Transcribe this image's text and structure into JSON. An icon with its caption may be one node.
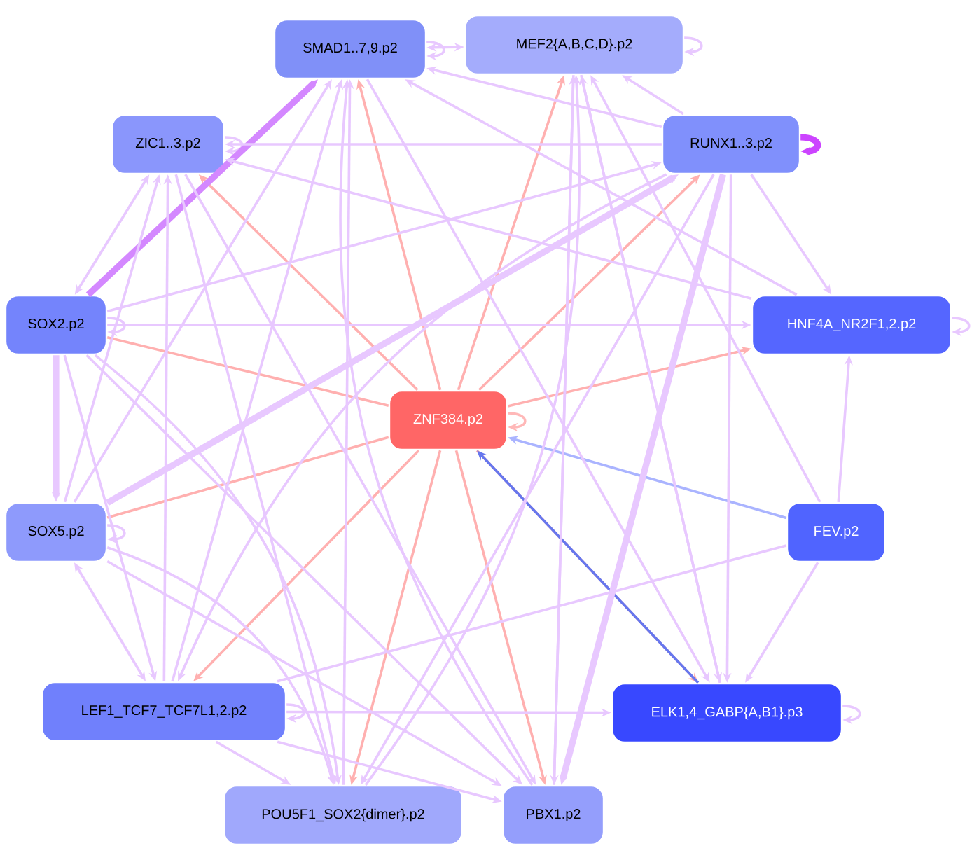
{
  "diagram": {
    "nodes": [
      {
        "text": [
          "SMAD1..7,9.p2"
        ]
      },
      {
        "text": [
          "MEF2{A,B,C,D}.p2"
        ]
      },
      {
        "text": [
          "ZIC1..3.p2"
        ]
      },
      {
        "text": [
          "RUNX1..3.p2"
        ]
      },
      {
        "text": [
          "SOX2.p2"
        ]
      },
      {
        "text": [
          "HNF4A_NR2F1,2.p2"
        ]
      },
      {
        "text": [
          "ZNF384.p2"
        ]
      },
      {
        "text": [
          "SOX5.p2"
        ]
      },
      {
        "text": [
          "FEV.p2"
        ]
      },
      {
        "text": [
          "LEF1_TCF7_TCF7L1,2.p2"
        ]
      },
      {
        "text": [
          "ELK1,4_GABP{A,B1}.p3"
        ]
      },
      {
        "text": [
          "POU5F1_SOX2{dimer}.p2"
        ]
      },
      {
        "text": [
          "PBX1.p2"
        ]
      }
    ],
    "edges": [
      {
        "from": 0,
        "to": 0,
        "arrow": "to"
      },
      {
        "from": 1,
        "to": 1,
        "arrow": "to"
      },
      {
        "from": 2,
        "to": 2,
        "arrow": "to"
      },
      {
        "from": 3,
        "to": 3,
        "arrow": "to",
        "style": "thick",
        "color": "#cc44ff"
      },
      {
        "from": 4,
        "to": 4,
        "arrow": "to"
      },
      {
        "from": 5,
        "to": 5,
        "arrow": "to"
      },
      {
        "from": 6,
        "to": 6,
        "arrow": "to",
        "color": "#ffb8b8"
      },
      {
        "from": 7,
        "to": 7,
        "arrow": "to"
      },
      {
        "from": 9,
        "to": 9,
        "arrow": "to"
      },
      {
        "from": 10,
        "to": 10,
        "arrow": "to"
      },
      {
        "from": 0,
        "to": 1,
        "arrow": "both"
      },
      {
        "from": 6,
        "to": 0,
        "arrow": "to",
        "color": "#ffb0b0"
      },
      {
        "from": 6,
        "to": 1,
        "arrow": "to",
        "color": "#ffb0b0"
      },
      {
        "from": 6,
        "to": 2,
        "arrow": "to",
        "color": "#ffb0b0"
      },
      {
        "from": 6,
        "to": 3,
        "arrow": "to",
        "color": "#ffb0b0"
      },
      {
        "from": 6,
        "to": 4,
        "arrow": "none",
        "color": "#ffb0b0"
      },
      {
        "from": 6,
        "to": 5,
        "arrow": "to",
        "color": "#ffb0b0"
      },
      {
        "from": 6,
        "to": 7,
        "arrow": "none",
        "color": "#ffb0b0"
      },
      {
        "from": 6,
        "to": 9,
        "arrow": "to",
        "color": "#ffb0b0"
      },
      {
        "from": 6,
        "to": 11,
        "arrow": "to",
        "color": "#ffb0b0"
      },
      {
        "from": 6,
        "to": 12,
        "arrow": "to",
        "color": "#ffb0b0"
      },
      {
        "from": 6,
        "to": 10,
        "arrow": "to",
        "color": "#ffb0b0"
      },
      {
        "from": 8,
        "to": 6,
        "arrow": "to",
        "color": "#aab4ff"
      },
      {
        "from": 10,
        "to": 6,
        "arrow": "to",
        "color": "#6677ee"
      },
      {
        "from": 4,
        "to": 0,
        "arrow": "to",
        "style": "thick",
        "color": "#d488ff"
      },
      {
        "from": 3,
        "to": 0,
        "arrow": "to"
      },
      {
        "from": 3,
        "to": 1,
        "arrow": "to"
      },
      {
        "from": 3,
        "to": 2,
        "arrow": "to"
      },
      {
        "from": 3,
        "to": 5,
        "arrow": "to"
      },
      {
        "from": 8,
        "to": 1,
        "arrow": "to"
      },
      {
        "from": 8,
        "to": 5,
        "arrow": "to"
      },
      {
        "from": 8,
        "to": 10,
        "arrow": "to"
      },
      {
        "from": 8,
        "to": 9,
        "arrow": "none"
      },
      {
        "from": 2,
        "to": 4,
        "arrow": "both"
      },
      {
        "from": 4,
        "to": 7,
        "arrow": "to",
        "style": "thick"
      },
      {
        "from": 4,
        "to": 5,
        "arrow": "to"
      },
      {
        "from": 4,
        "to": 3,
        "arrow": "to"
      },
      {
        "from": 7,
        "to": 3,
        "arrow": "to",
        "style": "thick"
      },
      {
        "from": 7,
        "to": 0,
        "arrow": "to"
      },
      {
        "from": 7,
        "to": 2,
        "arrow": "to"
      },
      {
        "from": 7,
        "to": 9,
        "arrow": "both"
      },
      {
        "from": 7,
        "to": 11,
        "arrow": "to"
      },
      {
        "from": 7,
        "to": 12,
        "arrow": "to"
      },
      {
        "from": 9,
        "to": 2,
        "arrow": "to"
      },
      {
        "from": 9,
        "to": 0,
        "arrow": "to"
      },
      {
        "from": 9,
        "to": 12,
        "arrow": "to"
      },
      {
        "from": 9,
        "to": 10,
        "arrow": "to"
      },
      {
        "from": 9,
        "to": 11,
        "arrow": "to"
      },
      {
        "from": 3,
        "to": 12,
        "arrow": "to",
        "style": "thick"
      },
      {
        "from": 3,
        "to": 10,
        "arrow": "to"
      },
      {
        "from": 3,
        "to": 11,
        "arrow": "to"
      },
      {
        "from": 3,
        "to": 9,
        "arrow": "to"
      },
      {
        "from": 1,
        "to": 10,
        "arrow": "to"
      },
      {
        "from": 1,
        "to": 12,
        "arrow": "to"
      },
      {
        "from": 0,
        "to": 10,
        "arrow": "to"
      },
      {
        "from": 2,
        "to": 11,
        "arrow": "to"
      },
      {
        "from": 2,
        "to": 12,
        "arrow": "to"
      },
      {
        "from": 4,
        "to": 11,
        "arrow": "to"
      },
      {
        "from": 4,
        "to": 12,
        "arrow": "to"
      },
      {
        "from": 4,
        "to": 9,
        "arrow": "to"
      },
      {
        "from": 5,
        "to": 0,
        "arrow": "to"
      },
      {
        "from": 5,
        "to": 2,
        "arrow": "to"
      },
      {
        "from": 11,
        "to": 0,
        "arrow": "to"
      },
      {
        "from": 11,
        "to": 1,
        "arrow": "to"
      },
      {
        "from": 12,
        "to": 0,
        "arrow": "to"
      },
      {
        "from": 12,
        "to": 1,
        "arrow": "to"
      },
      {
        "from": 10,
        "to": 1,
        "arrow": "to"
      }
    ]
  }
}
